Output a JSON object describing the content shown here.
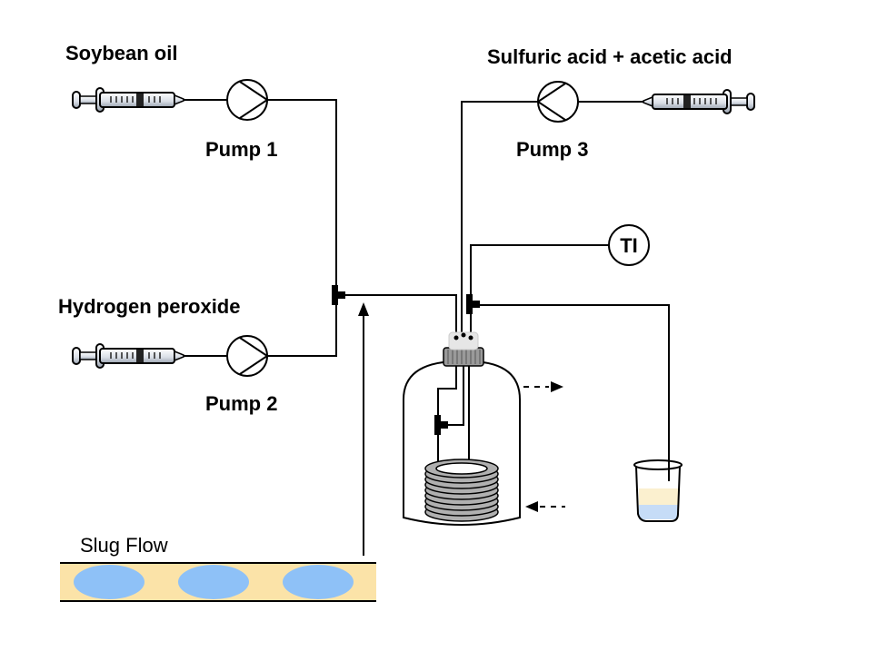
{
  "diagram": {
    "labels": {
      "soybean_oil": "Soybean oil",
      "hydrogen_peroxide": "Hydrogen peroxide",
      "acid_mix": "Sulfuric acid + acetic acid",
      "pump1": "Pump 1",
      "pump2": "Pump 2",
      "pump3": "Pump 3",
      "temperature_indicator": "TI",
      "slug_flow": "Slug Flow"
    },
    "colors": {
      "slug_continuous_phase": "#fbe3a8",
      "slug_droplet": "#8ec1f7",
      "beaker_top_layer": "#fbf0cf",
      "beaker_bottom_layer": "#c6dcf7",
      "coil": "#b0b0b0",
      "cap": "#9a9a9a"
    },
    "slug_droplet_count": 3
  }
}
